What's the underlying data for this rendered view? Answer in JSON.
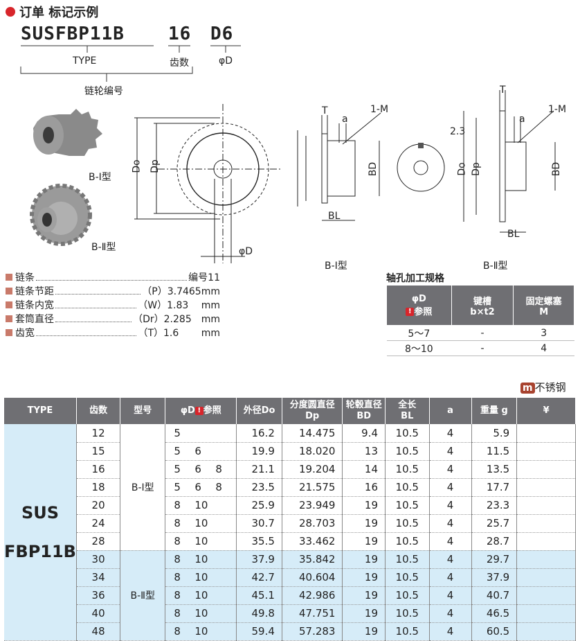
{
  "header": {
    "title": "订单 标记示例"
  },
  "order_code": {
    "type": "SUSFBP11B",
    "teeth": "16",
    "bore": "D6"
  },
  "code_labels": {
    "type": "TYPE",
    "teeth": "齿数",
    "bore": "φD",
    "sprocket_no": "链轮编号"
  },
  "diagram": {
    "b1_photo_label": "B-Ⅰ型",
    "b2_photo_label": "B-Ⅱ型",
    "do": "Do",
    "dp": "Dp",
    "phid": "φD",
    "t": "T",
    "a": "a",
    "m": "1-M",
    "bd": "BD",
    "bl": "BL",
    "dim_23": "2.3",
    "b1_caption": "B-Ⅰ型",
    "b2_caption": "B-Ⅱ型"
  },
  "chain_specs": [
    {
      "name": "链条",
      "value": "编号11"
    },
    {
      "name": "链条节距",
      "value": "（P）3.7465mm"
    },
    {
      "name": "链条内宽",
      "value": "（W）1.83　 mm"
    },
    {
      "name": "套筒直径",
      "value": "（Dr）2.285　mm"
    },
    {
      "name": "齿宽",
      "value": "（T）1.6　　 mm"
    }
  ],
  "shaft_spec": {
    "title": "轴孔加工规格",
    "headers": [
      "φD",
      "参照",
      "键槽",
      "b×t2",
      "固定螺塞",
      "M"
    ],
    "rows": [
      [
        "5〜7",
        "-",
        "3"
      ],
      [
        "8〜10",
        "-",
        "4"
      ]
    ]
  },
  "material": {
    "mark": "m",
    "label": "不锈钢"
  },
  "table": {
    "headers": {
      "type": "TYPE",
      "teeth": "齿数",
      "model": "型号",
      "bore": "φD",
      "bore_ref": "参照",
      "do": "外径Do",
      "dp1": "分度圆直径",
      "dp2": "Dp",
      "bd1": "轮毂直径",
      "bd2": "BD",
      "bl1": "全长",
      "bl2": "BL",
      "a": "a",
      "weight": "重量 g",
      "price": "¥"
    },
    "type_line1": "SUS",
    "type_line2": "FBP11B",
    "model_b1": "B-Ⅰ型",
    "model_b2": "B-Ⅱ型",
    "rows": [
      {
        "teeth": "12",
        "b1": "5",
        "b2": "",
        "b3": "",
        "do": "16.2",
        "dp": "14.475",
        "bd": "9.4",
        "bl": "10.5",
        "a": "4",
        "w": "5.9"
      },
      {
        "teeth": "15",
        "b1": "5",
        "b2": "6",
        "b3": "",
        "do": "19.9",
        "dp": "18.020",
        "bd": "13",
        "bl": "10.5",
        "a": "4",
        "w": "11.5"
      },
      {
        "teeth": "16",
        "b1": "5",
        "b2": "6",
        "b3": "8",
        "do": "21.1",
        "dp": "19.204",
        "bd": "14",
        "bl": "10.5",
        "a": "4",
        "w": "13.5"
      },
      {
        "teeth": "18",
        "b1": "5",
        "b2": "6",
        "b3": "8",
        "do": "23.5",
        "dp": "21.575",
        "bd": "16",
        "bl": "10.5",
        "a": "4",
        "w": "17.7"
      },
      {
        "teeth": "20",
        "b1": "8",
        "b2": "10",
        "b3": "",
        "do": "25.9",
        "dp": "23.949",
        "bd": "19",
        "bl": "10.5",
        "a": "4",
        "w": "23.3"
      },
      {
        "teeth": "24",
        "b1": "8",
        "b2": "10",
        "b3": "",
        "do": "30.7",
        "dp": "28.703",
        "bd": "19",
        "bl": "10.5",
        "a": "4",
        "w": "25.7"
      },
      {
        "teeth": "28",
        "b1": "8",
        "b2": "10",
        "b3": "",
        "do": "35.5",
        "dp": "33.462",
        "bd": "19",
        "bl": "10.5",
        "a": "4",
        "w": "28.7"
      },
      {
        "teeth": "30",
        "b1": "8",
        "b2": "10",
        "b3": "",
        "do": "37.9",
        "dp": "35.842",
        "bd": "19",
        "bl": "10.5",
        "a": "4",
        "w": "29.7"
      },
      {
        "teeth": "34",
        "b1": "8",
        "b2": "10",
        "b3": "",
        "do": "42.7",
        "dp": "40.604",
        "bd": "19",
        "bl": "10.5",
        "a": "4",
        "w": "37.9"
      },
      {
        "teeth": "36",
        "b1": "8",
        "b2": "10",
        "b3": "",
        "do": "45.1",
        "dp": "42.986",
        "bd": "19",
        "bl": "10.5",
        "a": "4",
        "w": "40.7"
      },
      {
        "teeth": "40",
        "b1": "8",
        "b2": "10",
        "b3": "",
        "do": "49.8",
        "dp": "47.751",
        "bd": "19",
        "bl": "10.5",
        "a": "4",
        "w": "46.5"
      },
      {
        "teeth": "48",
        "b1": "8",
        "b2": "10",
        "b3": "",
        "do": "59.4",
        "dp": "57.283",
        "bd": "19",
        "bl": "10.5",
        "a": "4",
        "w": "60.5"
      }
    ]
  }
}
